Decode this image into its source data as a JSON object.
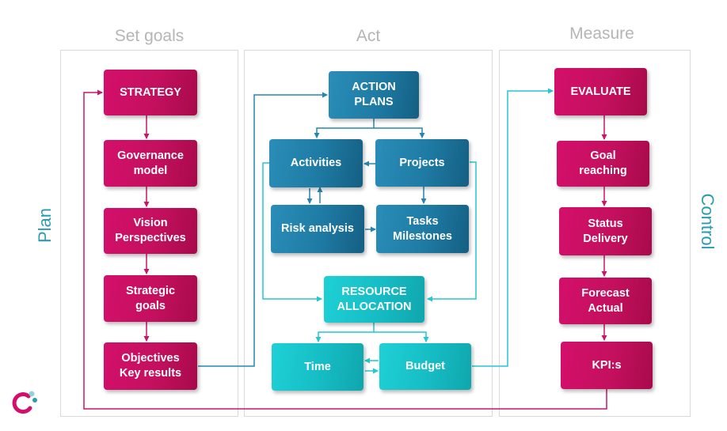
{
  "columns": {
    "set_goals": "Set goals",
    "act": "Act",
    "measure": "Measure"
  },
  "side_labels": {
    "left": "Plan",
    "right": "Control"
  },
  "set_goals_boxes": {
    "strategy": "STRATEGY",
    "governance": "Governance\nmodel",
    "vision": "Vision\nPerspectives",
    "strategic_goals": "Strategic\ngoals",
    "objectives": "Objectives\nKey results"
  },
  "act_boxes": {
    "action_plans": "ACTION\nPLANS",
    "activities": "Activities",
    "projects": "Projects",
    "risk_analysis": "Risk analysis",
    "tasks": "Tasks\nMilestones",
    "resource_allocation": "RESOURCE\nALLOCATION",
    "time": "Time",
    "budget": "Budget"
  },
  "measure_boxes": {
    "evaluate": "EVALUATE",
    "goal_reaching": "Goal\nreaching",
    "status": "Status\nDelivery",
    "forecast": "Forecast\nActual",
    "kpis": "KPI:s"
  },
  "colors": {
    "pink": "#c4105e",
    "blue": "#1e7aa3",
    "cyan": "#16bcc4",
    "pink_line": "#c8166a",
    "blue_line": "#2486b0",
    "cyan_line": "#22c7cf",
    "label_grey": "#b5b5b5",
    "label_teal": "#2a9bb0"
  },
  "logo_icon": "company-logo-icon"
}
